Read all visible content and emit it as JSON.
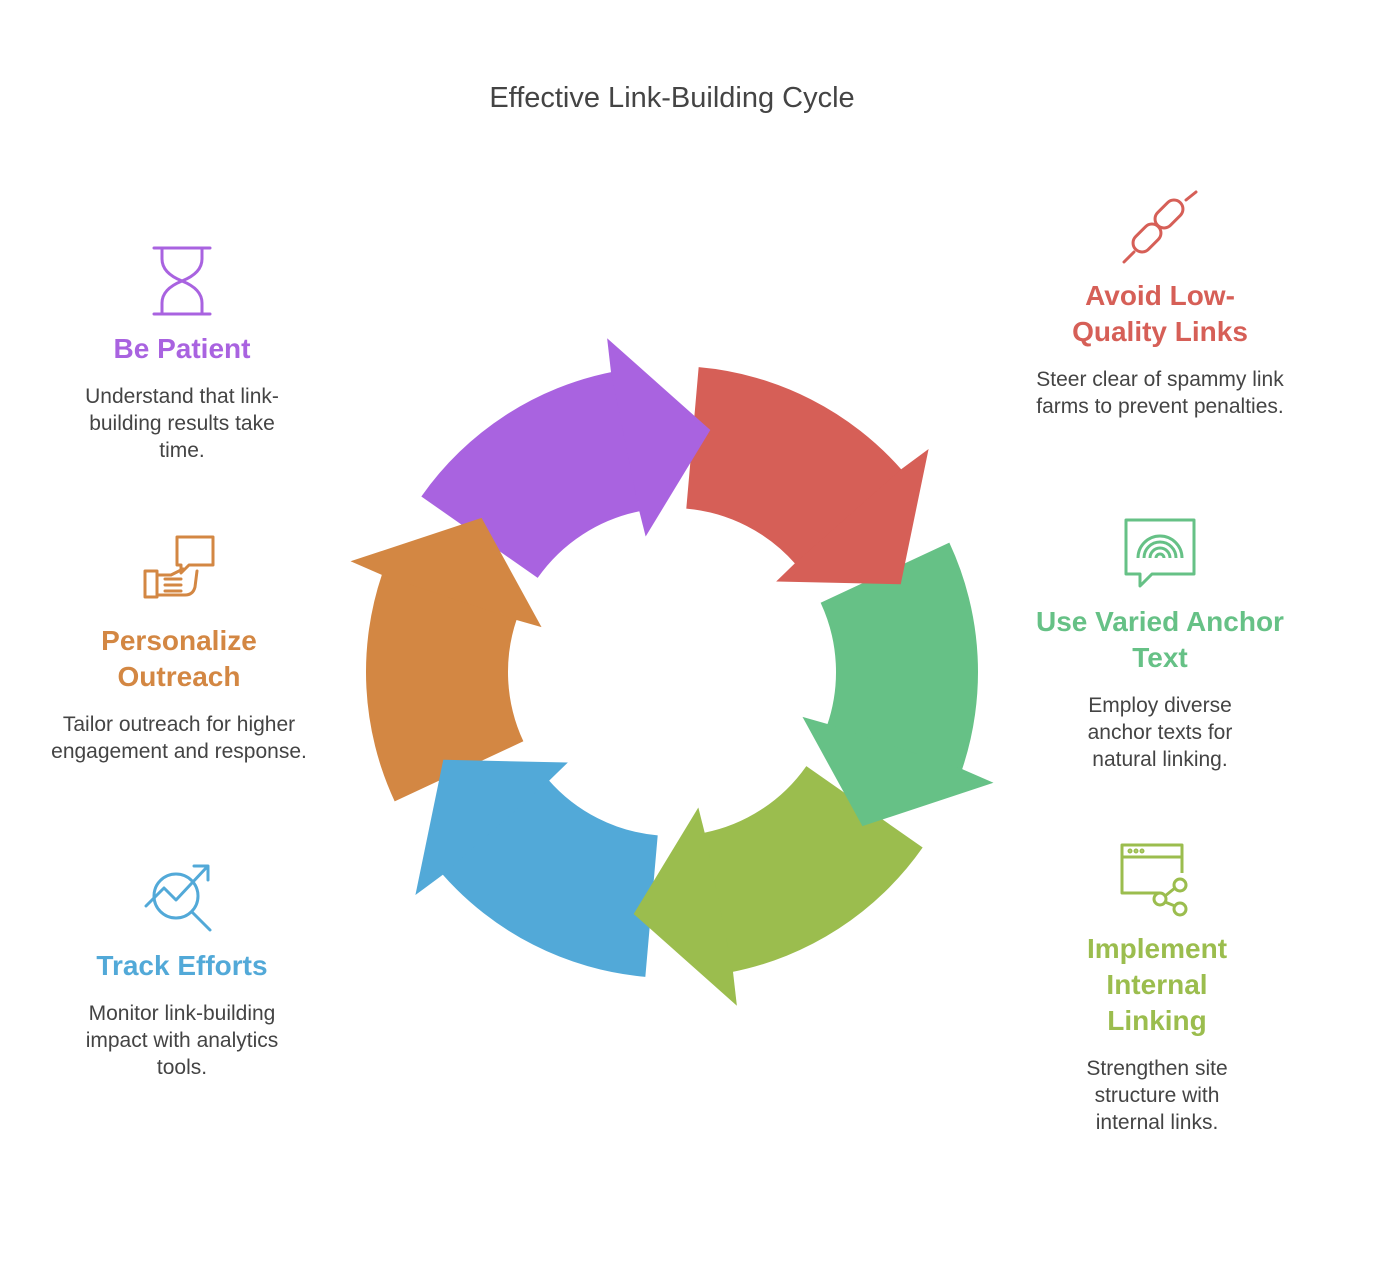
{
  "title": "Effective Link-Building Cycle",
  "colors": {
    "purple": "#a963e0",
    "red": "#d65f57",
    "green": "#66c186",
    "olive": "#9bbd4e",
    "blue": "#52a9d8",
    "orange": "#d38743"
  },
  "steps": [
    {
      "title": "Be Patient",
      "description": "Understand that link-building results take time.",
      "icon": "hourglass-icon",
      "color": "#a963e0"
    },
    {
      "title": "Avoid Low-Quality Links",
      "description": "Steer clear of spammy link farms to prevent penalties.",
      "icon": "broken-link-icon",
      "color": "#d65f57"
    },
    {
      "title": "Use Varied Anchor Text",
      "description": "Employ diverse anchor texts for natural linking.",
      "icon": "signal-bubble-icon",
      "color": "#66c186"
    },
    {
      "title": "Implement Internal Linking",
      "description": "Strengthen site structure with internal links.",
      "icon": "browser-share-icon",
      "color": "#9bbd4e"
    },
    {
      "title": "Track Efforts",
      "description": "Monitor link-building impact with analytics tools.",
      "icon": "analytics-search-icon",
      "color": "#52a9d8"
    },
    {
      "title": "Personalize Outreach",
      "description": "Tailor outreach for higher engagement and response.",
      "icon": "hand-message-icon",
      "color": "#d38743"
    }
  ]
}
